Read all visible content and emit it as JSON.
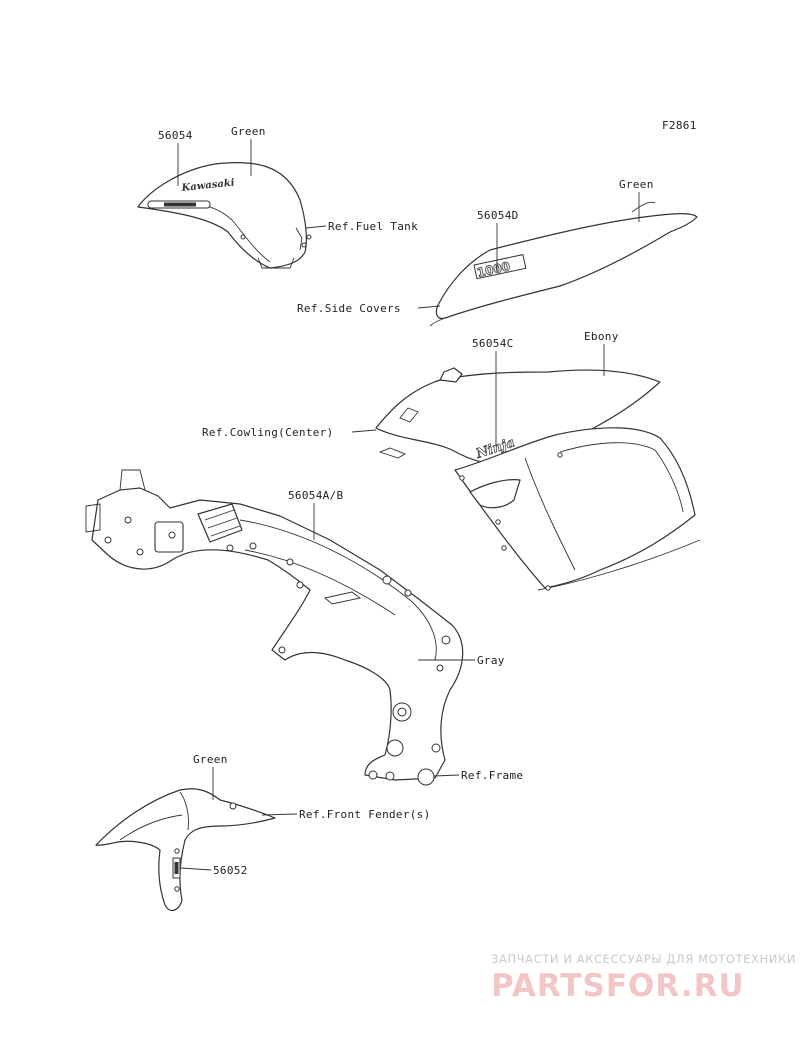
{
  "figure_code": "F2861",
  "labels": {
    "fuel_tank_part": "56054",
    "fuel_tank_color": "Green",
    "ref_fuel_tank": "Ref.Fuel Tank",
    "side_cover_part": "56054D",
    "side_cover_color": "Green",
    "ref_side_covers": "Ref.Side Covers",
    "cowling_part": "56054C",
    "cowling_color": "Ebony",
    "ref_cowling": "Ref.Cowling(Center)",
    "frame_part": "56054A/B",
    "frame_color": "Gray",
    "ref_frame": "Ref.Frame",
    "fender_color": "Green",
    "ref_front_fender": "Ref.Front Fender(s)",
    "fender_part": "56052"
  },
  "decals": {
    "tank_brand": "Kawasaki",
    "side_cover_model": "1000",
    "cowling_model": "Ninja"
  },
  "watermark": {
    "tagline": "ЗАПЧАСТИ И АКСЕССУАРЫ ДЛЯ МОТОТЕХНИКИ",
    "logo": "PARTSFOR.RU"
  }
}
